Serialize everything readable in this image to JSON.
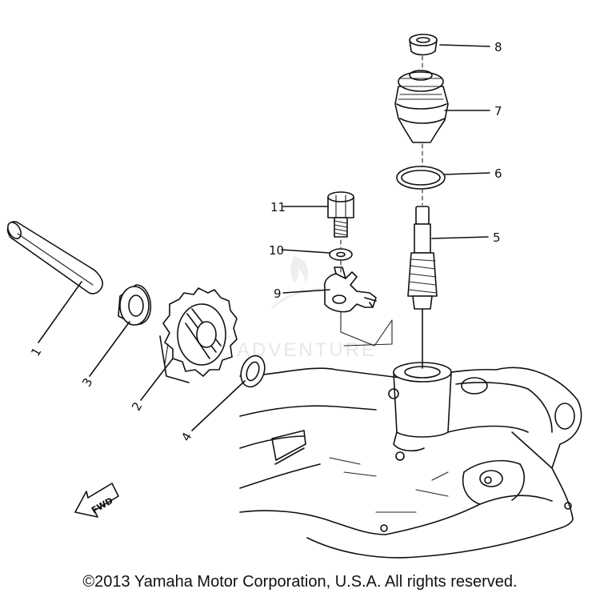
{
  "parts": [
    {
      "number": "1"
    },
    {
      "number": "2"
    },
    {
      "number": "3"
    },
    {
      "number": "4"
    },
    {
      "number": "5"
    },
    {
      "number": "6"
    },
    {
      "number": "7"
    },
    {
      "number": "8"
    },
    {
      "number": "9"
    },
    {
      "number": "10"
    },
    {
      "number": "11"
    }
  ],
  "direction_label": "FWD",
  "watermark": "ADVENTURE",
  "copyright": "©2013 Yamaha Motor Corporation, U.S.A. All rights reserved."
}
